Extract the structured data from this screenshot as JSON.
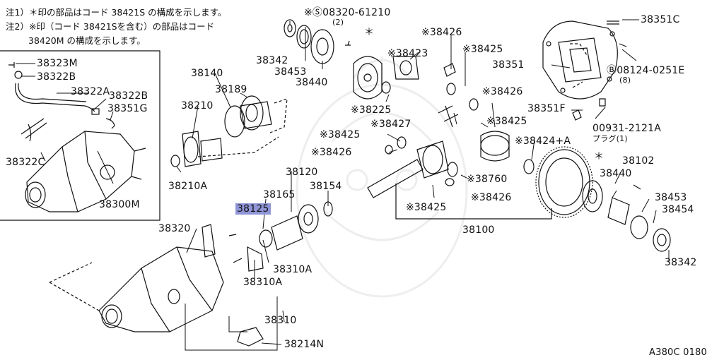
{
  "notes": {
    "line1": "注1）＊印の部品はコード 38421S の構成を示します。",
    "line2": "注2）※印（コード 38421Sを含む）の部品はコード",
    "line3": "38420M の構成を示します。"
  },
  "figure_code": "A380C 0180",
  "inset_parts": {
    "p38323M": "38323M",
    "p38322B_a": "38322B",
    "p38322A": "38322A",
    "p38322B_b": "38322B",
    "p38351G": "38351G",
    "p38322C": "38322C",
    "p38300M": "38300M"
  },
  "parts": {
    "p08320": "※Ⓢ08320-61210",
    "p08320_qty": "(2)",
    "p38342_a": "38342",
    "p38453_a": "38453",
    "p38440_a": "38440",
    "p38426_a": "※38426",
    "p38425_a": "※38425",
    "p38423": "※38423",
    "p38426_b": "※38426",
    "p38225": "※38225",
    "p38427": "※38427",
    "p38425_b": "※38425",
    "p38425_c": "※38425",
    "p38426_c": "※38426",
    "p38760": "※38760",
    "p38424": "※38424+A",
    "p38426_d": "※38426",
    "p38425_d": "※38425",
    "p38100": "38100",
    "p38351C": "38351C",
    "p38351": "38351",
    "p08124": "Ⓑ08124-0251E",
    "p08124_qty": "(8)",
    "p38351F": "38351F",
    "p00931": "00931-2121A",
    "p00931_sub": "プラグ(1)",
    "p38102": "38102",
    "p38440_b": "38440",
    "p38453_b": "38453",
    "p38454": "38454",
    "p38342_b": "38342",
    "p38140": "38140",
    "p38189": "38189",
    "p38210": "38210",
    "p38210A": "38210A",
    "p38120": "38120",
    "p38165": "38165",
    "p38154": "38154",
    "p38125": "38125",
    "p38320": "38320",
    "p38310A_a": "38310A",
    "p38310A_b": "38310A",
    "p38310": "38310",
    "p38214N": "38214N",
    "star_a": "＊",
    "star_b": "＊"
  },
  "colors": {
    "highlight": "#8f95d6",
    "line": "#111111"
  }
}
